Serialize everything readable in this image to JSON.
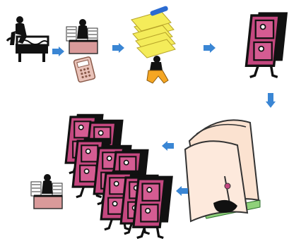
{
  "diagram": {
    "flow": [
      "copying",
      "office-clerk",
      "carrying-papers",
      "filing-cabinet",
      "overstuffed-folder",
      "cabinet-stack",
      "office-clerk"
    ],
    "colors": {
      "arrow": "#3a86d4",
      "cabinet": "#c4477f",
      "cabinet_dark": "#1e1e1e",
      "desk": "#d99a9a",
      "paper": "#f4ec5a",
      "folder": "#fbe2d0",
      "worker_pants": "#f5a623"
    }
  }
}
